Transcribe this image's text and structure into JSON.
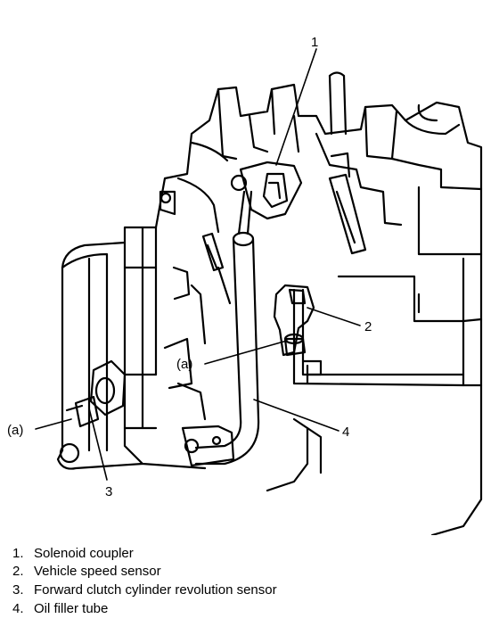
{
  "callouts": {
    "one": "1",
    "two": "2",
    "three": "3",
    "four": "4",
    "a_left": "(a)",
    "a_center": "(a)"
  },
  "legend": [
    {
      "number": "1.",
      "text": "Solenoid coupler"
    },
    {
      "number": "2.",
      "text": "Vehicle speed sensor"
    },
    {
      "number": "3.",
      "text": "Forward clutch cylinder revolution sensor"
    },
    {
      "number": "4.",
      "text": "Oil filler tube"
    }
  ]
}
